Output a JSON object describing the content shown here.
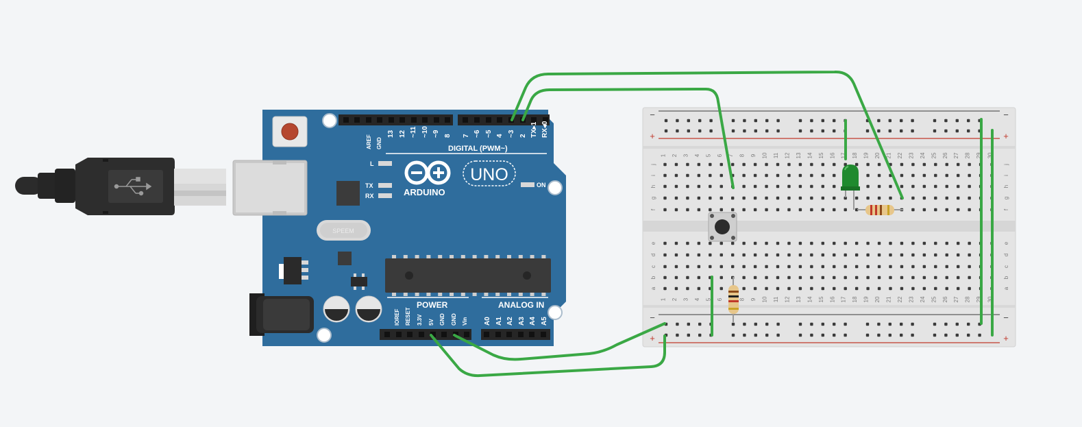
{
  "board": {
    "logo_text": "ARDUINO",
    "model": "UNO",
    "crystal_text": "SPEEM",
    "label_aref": "AREF",
    "label_gnd": "GND",
    "digital_pins": [
      "13",
      "12",
      "~11",
      "~10",
      "~9",
      "8",
      "7",
      "~6",
      "~5",
      "4",
      "~3",
      "2",
      "TX▸1",
      "RX◂0"
    ],
    "digital_header_label": "DIGITAL (PWM~)",
    "led_l": "L",
    "led_tx": "TX",
    "led_rx": "RX",
    "led_on": "ON",
    "power_header_label": "POWER",
    "power_pins": [
      "IOREF",
      "RESET",
      "3.3V",
      "5V",
      "GND",
      "GND",
      "Vin"
    ],
    "analog_header_label": "ANALOG IN",
    "analog_pins": [
      "A0",
      "A1",
      "A2",
      "A3",
      "A4",
      "A5"
    ]
  },
  "breadboard": {
    "row_letters_top": [
      "j",
      "i",
      "h",
      "g",
      "f"
    ],
    "row_letters_bottom": [
      "e",
      "d",
      "c",
      "b",
      "a"
    ],
    "column_numbers": [
      "1",
      "2",
      "3",
      "4",
      "5",
      "6",
      "7",
      "8",
      "9",
      "10",
      "11",
      "12",
      "13",
      "14",
      "15",
      "16",
      "17",
      "18",
      "19",
      "20",
      "21",
      "22",
      "23",
      "24",
      "25",
      "26",
      "27",
      "28",
      "29",
      "30"
    ],
    "rail_minus": "−",
    "rail_plus": "+"
  },
  "colors": {
    "canvas": "#f3f5f7",
    "board_blue": "#2f6d9d",
    "wire_green": "#3aa845",
    "rail_red": "#c0392b",
    "led_green": "#1f8a2e"
  }
}
